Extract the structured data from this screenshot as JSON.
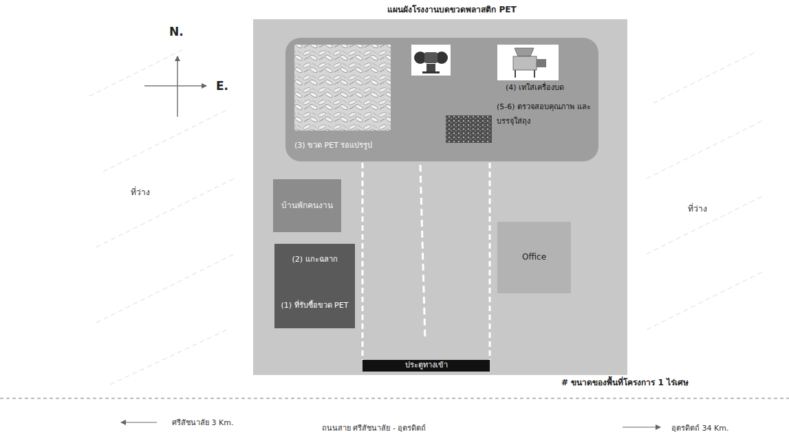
{
  "diagram": {
    "title": "แผนผังโรงงานบดขวดพลาสติก PET",
    "nodes": [
      {
        "text": [
          "(3) ขวด PET รอแปรรูป",
          "(4) เทใส่เครื่องบด",
          "(5-6) ตรวจสอบคุณภาพ และบรรจุใส่ถุง"
        ]
      },
      {
        "text": [
          "บ้านพักคนงาน"
        ]
      },
      {
        "text": [
          "(2) แกะฉลาก",
          "(1) ที่รับซื้อขวด PET"
        ]
      },
      {
        "text": [
          "Office"
        ]
      },
      {
        "text": [
          "ประตูทางเข้า"
        ]
      }
    ],
    "labels": [
      "N.",
      "E.",
      "ที่ว่าง",
      "ที่ว่าง",
      "# ขนาดของพื้นที่โครงการ 1 ไร่เศษ",
      "ศรีสัชนาลัย 3 Km.",
      "ถนนสาย ศรีสัชนาลัย - อุตรดิตถ์",
      "อุตรดิตถ์ 34 Km."
    ]
  }
}
